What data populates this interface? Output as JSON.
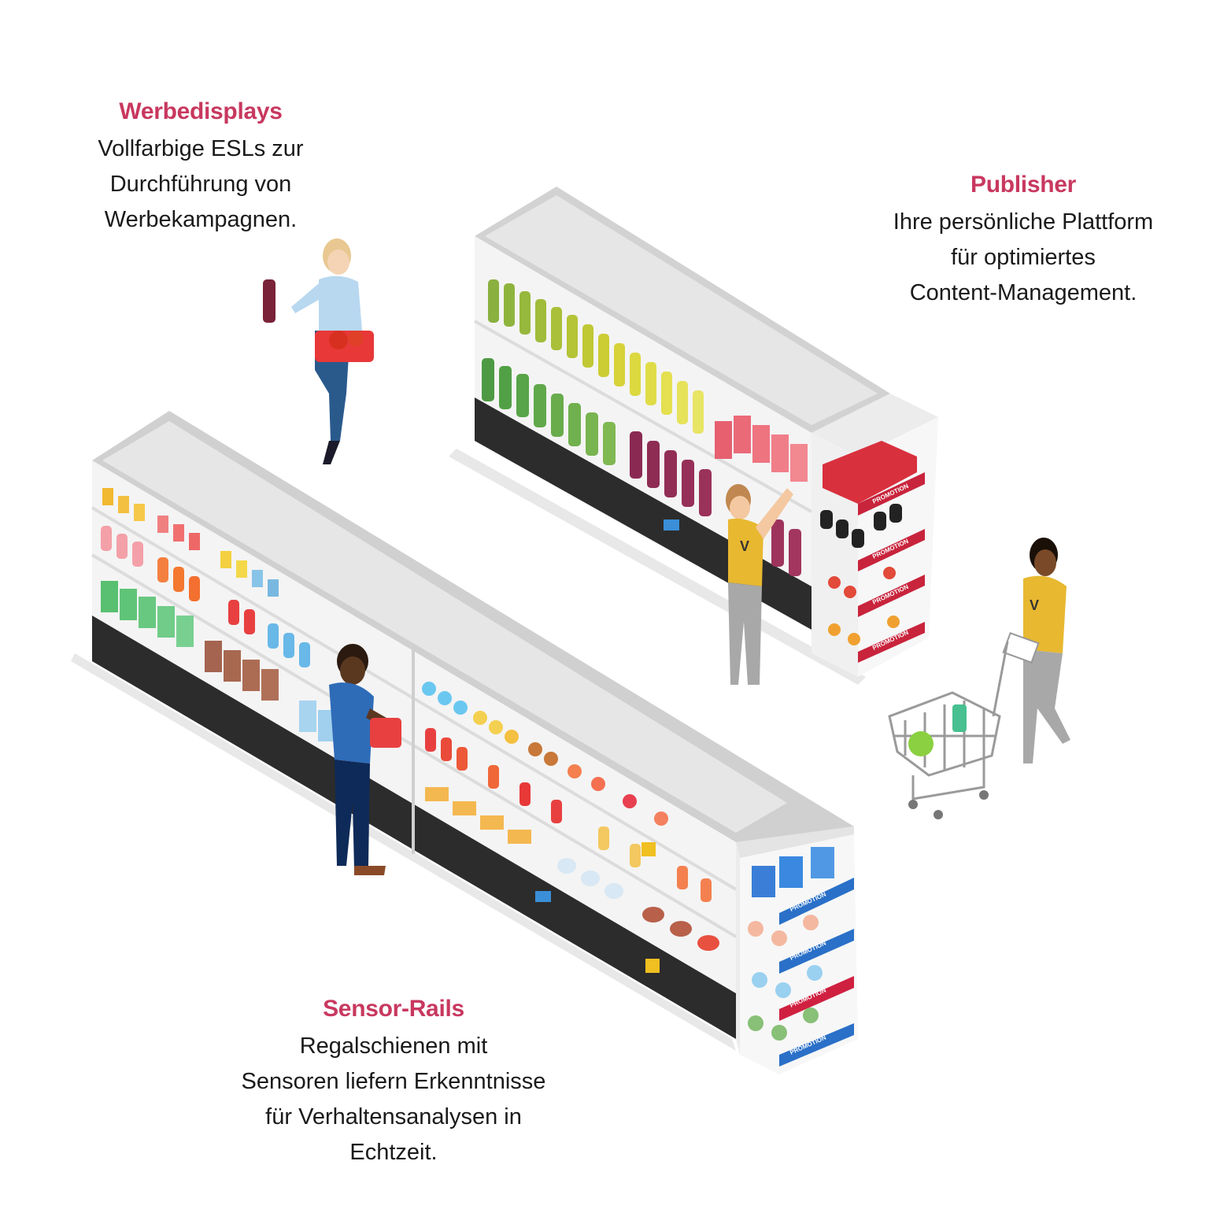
{
  "colors": {
    "accent": "#c8385f",
    "text": "#1a1a1a",
    "shelf_top": "#e4e4e4",
    "shelf_frame": "#f2f2f2",
    "shelf_base": "#2c2c2c",
    "staff_shirt": "#e8b830",
    "promo_strip": "#c8243c",
    "esl_blue": "#3a8fd8"
  },
  "callouts": {
    "werbedisplays": {
      "title": "Werbedisplays",
      "lines": [
        "Vollfarbige ESLs zur",
        "Durchführung von",
        "Werbekampagnen."
      ]
    },
    "publisher": {
      "title": "Publisher",
      "lines": [
        "Ihre persönliche Plattform",
        "für optimiertes",
        "Content-Management."
      ]
    },
    "sensor_rails": {
      "title": "Sensor-Rails",
      "lines": [
        "Regalschienen mit",
        "Sensoren liefern Erkenntnisse",
        "für Verhaltensanalysen in",
        "Echtzeit."
      ]
    }
  },
  "promo_label": "PROMOTION"
}
